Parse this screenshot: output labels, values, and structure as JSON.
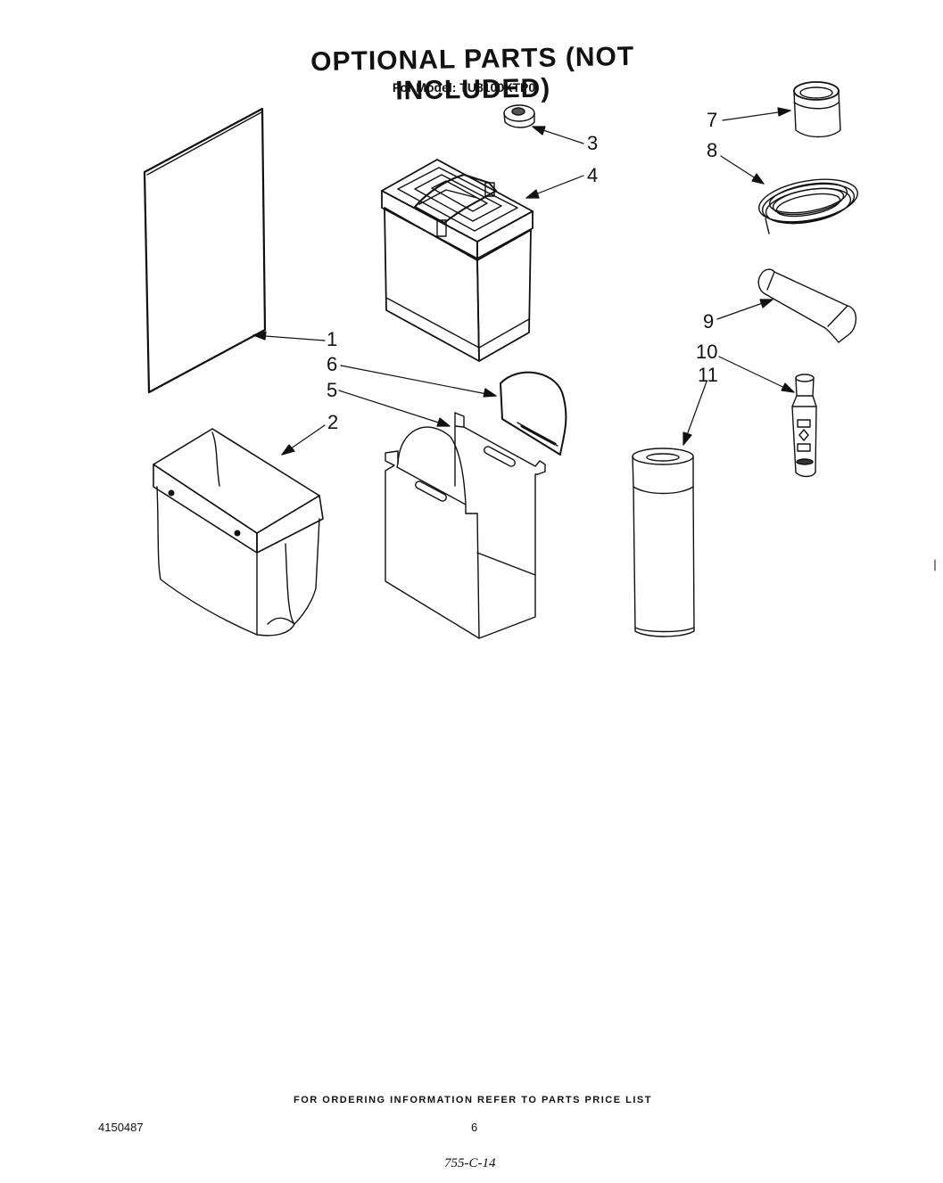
{
  "header": {
    "title": "OPTIONAL PARTS  (NOT INCLUDED)",
    "model": "For Model: TU8100XTP0"
  },
  "callouts": [
    "1",
    "2",
    "3",
    "4",
    "5",
    "6",
    "7",
    "8",
    "9",
    "10",
    "11"
  ],
  "footer": {
    "ordering_note": "FOR ORDERING INFORMATION REFER TO PARTS PRICE LIST",
    "doc_number": "4150487",
    "page_number": "6",
    "handwritten_code": "755-C-14"
  }
}
